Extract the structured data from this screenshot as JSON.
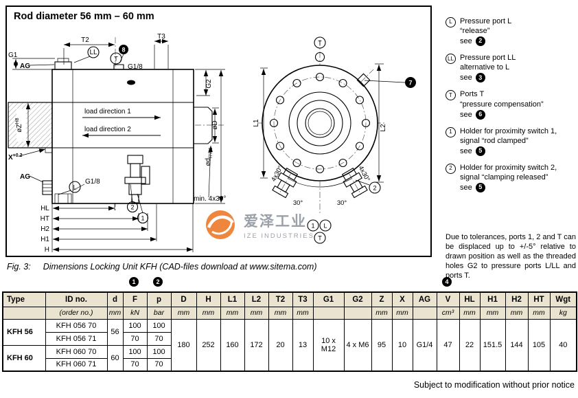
{
  "drawing": {
    "title": "Rod diameter 56 mm – 60 mm",
    "left": {
      "g1": "G1",
      "ag_top": "AG",
      "t2": "T2",
      "t3": "T3",
      "badge_ll": "LL",
      "badge_t": "T",
      "callout_8": "8",
      "g18_top": "G1/8",
      "load_direction_1": "load direction 1",
      "load_direction_2": "load direction 2",
      "oZ": "øZ",
      "oZ_tol": "H8",
      "x": "X",
      "x_tol": "+0.2",
      "ag_bottom": "AG",
      "badge_l": "L",
      "g18_bottom": "G1/8",
      "g2": "G2",
      "oD": "øD",
      "od": "ød",
      "od_tol": "f7/h6",
      "min_chamfer": "min. 4x30°",
      "hl": "HL",
      "ht": "HT",
      "h2": "H2",
      "h1": "H1",
      "h": "H",
      "callout_2": "2",
      "callout_1": "1"
    },
    "right": {
      "badge_t_top": "T",
      "callout_7": "7",
      "l1": "L1",
      "l2": "L2",
      "callout_2": "2",
      "angle_left_4x30": "4x30°",
      "angle_left_30": "30°",
      "angle_right_30": "30°",
      "angle_right_4x30": "4x30°",
      "badge_1": "1",
      "badge_l": "L",
      "badge_t_bottom": "T"
    }
  },
  "legend": {
    "see_label": "see",
    "items": [
      {
        "badge": "L",
        "line1": "Pressure port L",
        "line2": "“release”",
        "ref": "2"
      },
      {
        "badge": "LL",
        "line1": "Pressure port LL",
        "line2": "alternative to L",
        "ref": "3"
      },
      {
        "badge": "T",
        "line1": "Ports T",
        "line2": "“pressure compensation”",
        "ref": "6"
      },
      {
        "badge": "1",
        "line1": "Holder for proximity switch 1,",
        "line2": "signal “rod clamped”",
        "ref": "5"
      },
      {
        "badge": "2",
        "line1": "Holder for proximity switch 2,",
        "line2": "signal “clamping released”",
        "ref": "5"
      }
    ],
    "note": "Due to tolerances, ports 1, 2 and T can be displaced up to +/-5° relative to drawn position as well as the threaded holes G2 to pressure ports L/LL and ports T."
  },
  "watermark": {
    "cn": "爱泽工业",
    "en": "IZE INDUSTRIES"
  },
  "caption": {
    "label": "Fig. 3:",
    "text": "Dimensions Locking Unit KFH (CAD-files download at www.sitema.com)"
  },
  "table": {
    "callouts": [
      {
        "ref": "1"
      },
      {
        "ref": "2"
      },
      {
        "ref": "4"
      }
    ],
    "headers": {
      "type": "Type",
      "id": "ID no.",
      "d": "d",
      "f": "F",
      "p": "p",
      "D": "D",
      "H": "H",
      "L1": "L1",
      "L2": "L2",
      "T2": "T2",
      "T3": "T3",
      "G1": "G1",
      "G2": "G2",
      "Z": "Z",
      "X": "X",
      "AG": "AG",
      "V": "V",
      "HL": "HL",
      "H1": "H1",
      "H2": "H2",
      "HT": "HT",
      "wgt": "Wgt"
    },
    "units": {
      "id": "(order no.)",
      "d": "mm",
      "f": "kN",
      "p": "bar",
      "D": "mm",
      "H": "mm",
      "L1": "mm",
      "L2": "mm",
      "T2": "mm",
      "T3": "mm",
      "Z": "mm",
      "X": "mm",
      "V": "cm³",
      "HL": "mm",
      "H1": "mm",
      "H2": "mm",
      "HT": "mm",
      "wgt": "kg"
    },
    "groups": [
      {
        "type": "KFH 56",
        "d": "56",
        "rows": [
          {
            "id": "KFH 056 70",
            "f": "100",
            "p": "100"
          },
          {
            "id": "KFH 056 71",
            "f": "70",
            "p": "70"
          }
        ]
      },
      {
        "type": "KFH 60",
        "d": "60",
        "rows": [
          {
            "id": "KFH 060 70",
            "f": "100",
            "p": "100"
          },
          {
            "id": "KFH 060 71",
            "f": "70",
            "p": "70"
          }
        ]
      }
    ],
    "shared": {
      "D": "180",
      "H": "252",
      "L1": "160",
      "L2": "172",
      "T2": "20",
      "T3": "13",
      "G1": "10 x M12",
      "G2": "4 x M6",
      "Z": "95",
      "X": "10",
      "AG": "G1/4",
      "V": "47",
      "HL": "22",
      "H1": "151.5",
      "H2": "144",
      "HT": "105",
      "wgt": "40"
    }
  },
  "footer": "Subject to modification without prior notice"
}
